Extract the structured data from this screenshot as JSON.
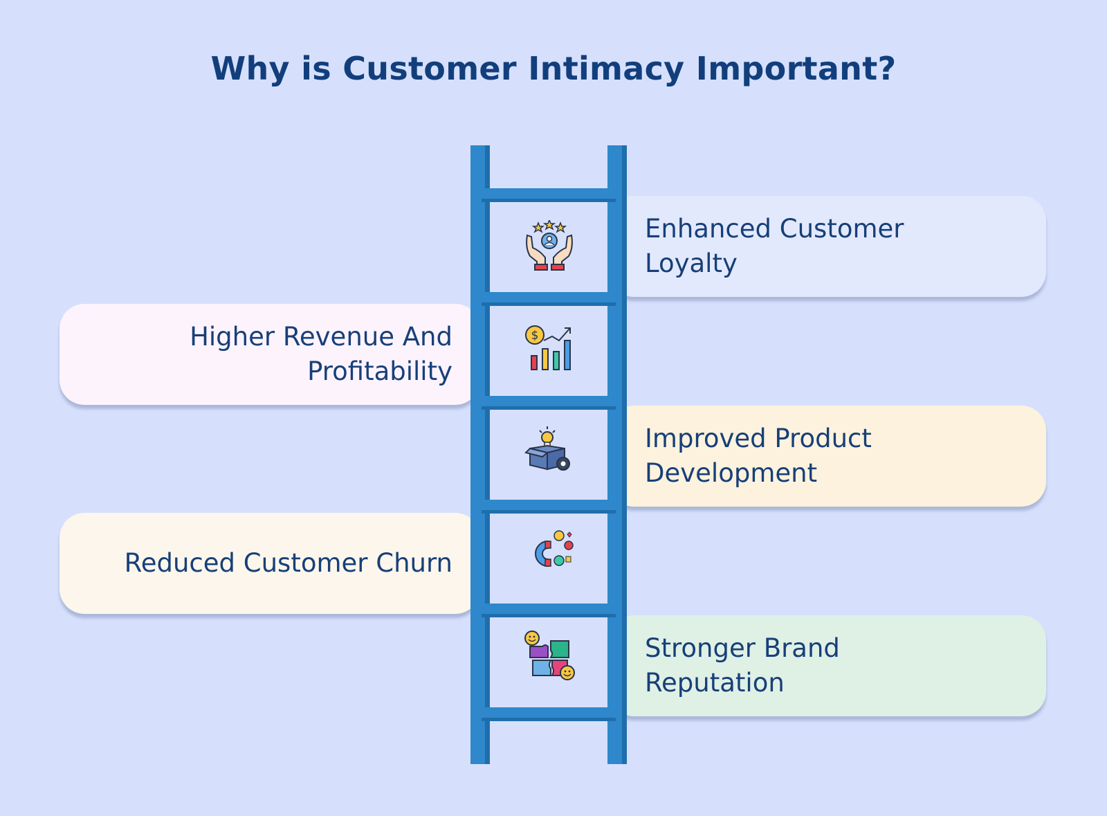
{
  "title": "Why is Customer Intimacy Important?",
  "steps": [
    {
      "label": "Enhanced Customer\nLoyalty",
      "icon": "hands-holding-customer-icon",
      "side": "right",
      "color": "#e3e9fd"
    },
    {
      "label": "Higher Revenue And\nProfitability",
      "icon": "revenue-growth-chart-icon",
      "side": "left",
      "color": "#fcf3fd"
    },
    {
      "label": "Improved Product\nDevelopment",
      "icon": "product-box-idea-icon",
      "side": "right",
      "color": "#fdf2dd"
    },
    {
      "label": "Reduced Customer Churn",
      "icon": "customer-magnet-icon",
      "side": "left",
      "color": "#fcf6ec"
    },
    {
      "label": "Stronger Brand\nReputation",
      "icon": "puzzle-smiley-icon",
      "side": "right",
      "color": "#dff0e5"
    }
  ],
  "colors": {
    "background": "#d6e0fc",
    "title": "#123f7c",
    "ladder": "#2e88cb",
    "ladder_shade": "#1f6eab",
    "text": "#173f78"
  }
}
